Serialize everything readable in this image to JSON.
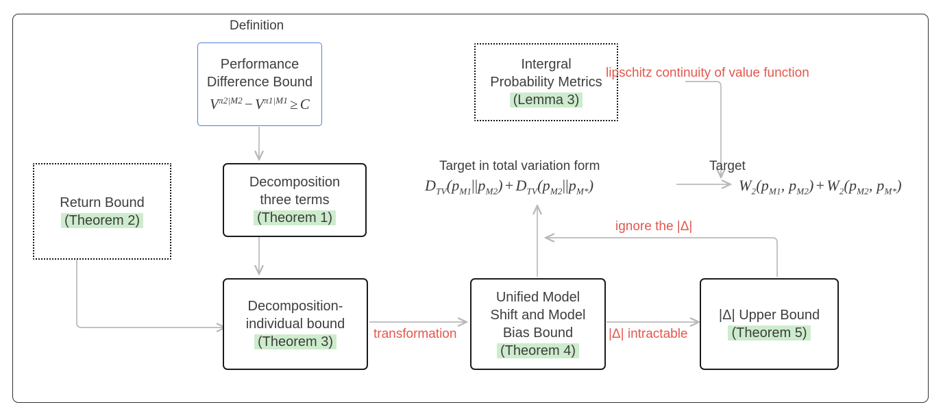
{
  "diagram": {
    "title_caption": "Definition",
    "arrow_color": "#b9b9b9",
    "accent_red": "#e2574c",
    "accent_blue": "#4a80d6",
    "highlight_green": "#cdeccd"
  },
  "nodes": {
    "performance": {
      "line1": "Performance",
      "line2": "Difference Bound",
      "formula_plain": "V^{π2|M2} − V^{π1|M1} ≥ C",
      "f_v1": "V",
      "f_sup1": "π2|M2",
      "f_minus": "−",
      "f_v2": "V",
      "f_sup2": "π1|M1",
      "f_rel": "≥",
      "f_c": "C"
    },
    "ipm": {
      "line1": "Intergral",
      "line2": "Probability Metrics",
      "ref": "(Lemma 3)"
    },
    "return_bound": {
      "line1": "Return Bound",
      "ref": "(Theorem 2)"
    },
    "decomp_three": {
      "line1": "Decomposition",
      "line2": "three terms",
      "ref": "(Theorem 1)"
    },
    "decomp_individual": {
      "line1": "Decomposition-",
      "line2": "individual bound",
      "ref": "(Theorem 3)"
    },
    "unified": {
      "line1": "Unified Model",
      "line2": "Shift and Model",
      "line3": "Bias Bound",
      "ref": "(Theorem 4)"
    },
    "delta_upper": {
      "line1": "|Δ| Upper Bound",
      "ref": "(Theorem 5)"
    }
  },
  "formulas": {
    "tv_caption": "Target in total variation form",
    "tv_plain": "D_{TV}(p_{M1}||p_{M2}) + D_{TV}(p_{M2}||p_{M*})",
    "tv": {
      "d1": "D",
      "sub1": "TV",
      "args1_open": "(p",
      "m1": "M1",
      "bars": "||",
      "p2": "p",
      "m2": "M2",
      "close1": ")",
      "plus": "+",
      "d2": "D",
      "sub2": "TV",
      "args2_open": "(p",
      "m3": "M2",
      "bars2": "||",
      "p4": "p",
      "m4": "M*",
      "close2": ")"
    },
    "w_caption": "Target",
    "w_plain": "W_2(p_{M1}, p_{M2}) + W_2(p_{M2}, p_{M*})",
    "w": {
      "w1": "W",
      "sub1": "2",
      "open1": "(p",
      "m1": "M1",
      "comma1": ", p",
      "m2": "M2",
      "close1": ")",
      "plus": "+",
      "w2": "W",
      "sub2": "2",
      "open2": "(p",
      "m3": "M2",
      "comma2": ", p",
      "m4": "M*",
      "close2": ")"
    }
  },
  "edge_labels": {
    "lipschitz": "lipschitz continuity of value function",
    "ignore_delta": "ignore the |Δ|",
    "transformation": "transformation",
    "delta_intractable": "|Δ| intractable"
  }
}
